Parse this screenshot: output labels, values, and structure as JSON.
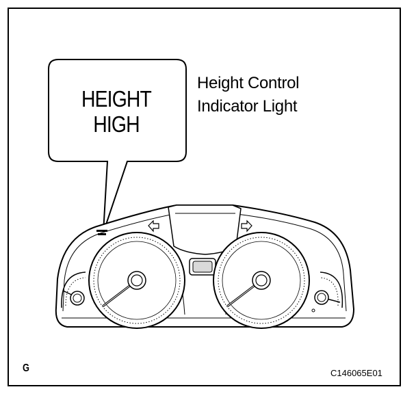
{
  "callout": {
    "line1": "HEIGHT",
    "line2": "HIGH"
  },
  "label": {
    "line1": "Height Control",
    "line2": "Indicator Light"
  },
  "corner_letter": "G",
  "figure_code": "C146065E01",
  "colors": {
    "stroke": "#000000",
    "fill": "#ffffff",
    "shade": "#d9d9d9"
  },
  "icons": [
    "turn-left-arrow-icon",
    "turn-right-arrow-icon",
    "height-indicator-icon"
  ]
}
